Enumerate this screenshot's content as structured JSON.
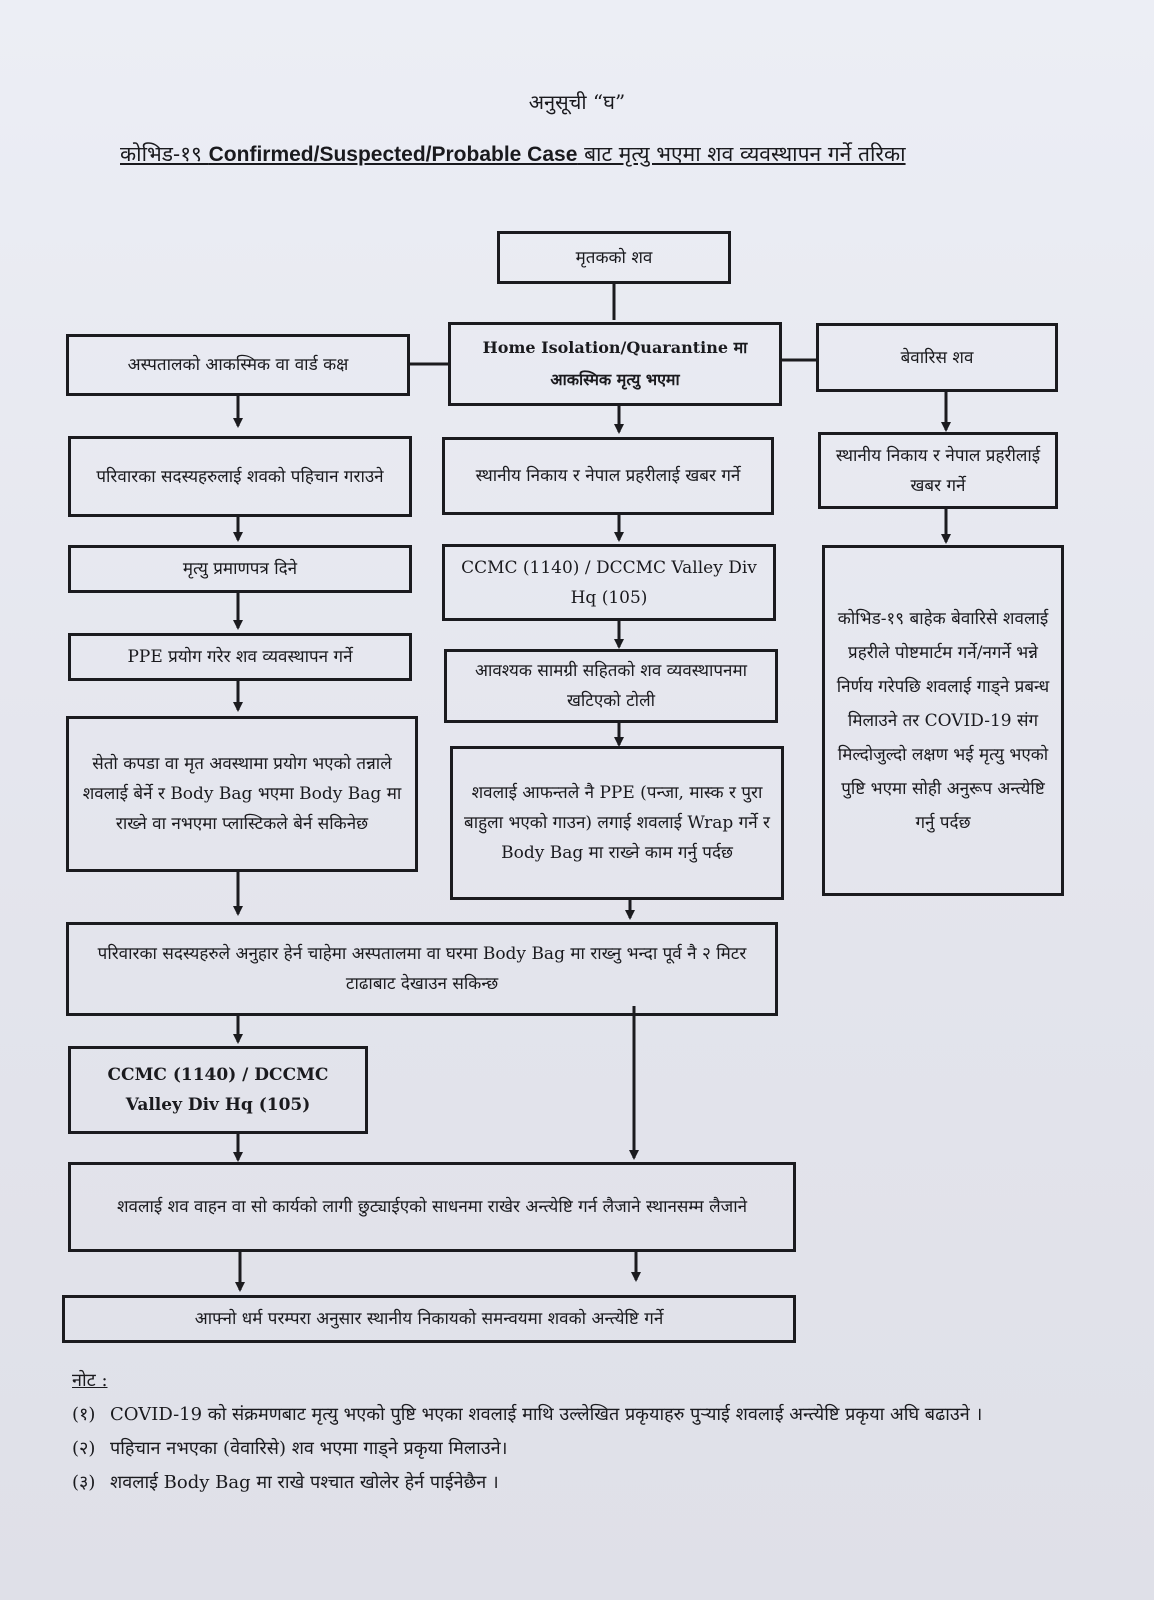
{
  "header": {
    "schedule": "अनुसूची “घ”",
    "title_prefix": "कोभिड-१९ ",
    "title_english": "Confirmed/Suspected/Probable Case",
    "title_suffix": " बाट मृत्यु भएमा शव व्यवस्थापन गर्ने तरिका"
  },
  "flow": {
    "root": "मृतकको शव",
    "left": {
      "head": "अस्पतालको आकस्मिक वा वार्ड कक्ष",
      "step1": "परिवारका सदस्यहरुलाई शवको पहिचान गराउने",
      "step2": "मृत्यु प्रमाणपत्र दिने",
      "step3": "PPE प्रयोग गरेर शव व्यवस्थापन गर्ने",
      "step4": "सेतो कपडा वा मृत अवस्थामा प्रयोग भएको तन्नाले शवलाई बेर्ने र Body Bag भएमा Body Bag मा राख्ने वा नभएमा प्लास्टिकले बेर्न सकिनेछ"
    },
    "middle": {
      "head": "Home Isolation/Quarantine मा आकस्मिक मृत्यु भएमा",
      "step1": "स्थानीय निकाय र नेपाल प्रहरीलाई खबर गर्ने",
      "step2": "CCMC (1140) / DCCMC Valley Div Hq (105)",
      "step3": "आवश्यक सामग्री सहितको शव व्यवस्थापनमा खटिएको टोली",
      "step4": "शवलाई आफन्तले नै PPE (पन्जा, मास्क र पुरा बाहुला भएको गाउन) लगाई शवलाई Wrap गर्ने र Body Bag मा राख्ने काम गर्नु पर्दछ"
    },
    "right": {
      "head": "बेवारिस शव",
      "step1": "स्थानीय निकाय र नेपाल प्रहरीलाई खबर गर्ने",
      "step2": "कोभिड-१९ बाहेक बेवारिसे शवलाई प्रहरीले पोष्टमार्टम गर्ने/नगर्ने भन्ने निर्णय गरेपछि शवलाई गाड्ने प्रबन्ध मिलाउने तर COVID-19 संग मिल्दोजुल्दो लक्षण भई मृत्यु भएको पुष्टि भएमा सोही अनुरूप अन्त्येष्टि गर्नु पर्दछ"
    },
    "family_view": "परिवारका सदस्यहरुले अनुहार हेर्न चाहेमा अस्पतालमा वा घरमा Body Bag मा राख्नु भन्दा पूर्व नै २ मिटर टाढाबाट देखाउन सकिन्छ",
    "ccmc_bottom": "CCMC (1140) / DCCMC Valley Div Hq (105)",
    "transport": "शवलाई शव वाहन वा सो कार्यको लागी छुट्याईएको साधनमा राखेर अन्त्येष्टि गर्न लैजाने स्थानसम्म लैजाने",
    "funeral": "आफ्नो धर्म परम्परा अनुसार स्थानीय निकायको समन्वयमा शवको अन्त्येष्टि गर्ने"
  },
  "notes": {
    "title": "नोट :",
    "items": [
      {
        "num": "(१)",
        "text": "COVID-19 को संक्रमणबाट मृत्यु भएको पुष्टि भएका शवलाई माथि उल्लेखित प्रकृयाहरु पुऱ्याई शवलाई अन्त्येष्टि प्रकृया अघि बढाउने ।"
      },
      {
        "num": "(२)",
        "text": "पहिचान नभएका (वेवारिसे) शव भएमा गाड्ने प्रकृया मिलाउने।"
      },
      {
        "num": "(३)",
        "text": "शवलाई Body Bag मा राखे पश्चात खोलेर हेर्न पाईनेछैन ।"
      }
    ]
  }
}
